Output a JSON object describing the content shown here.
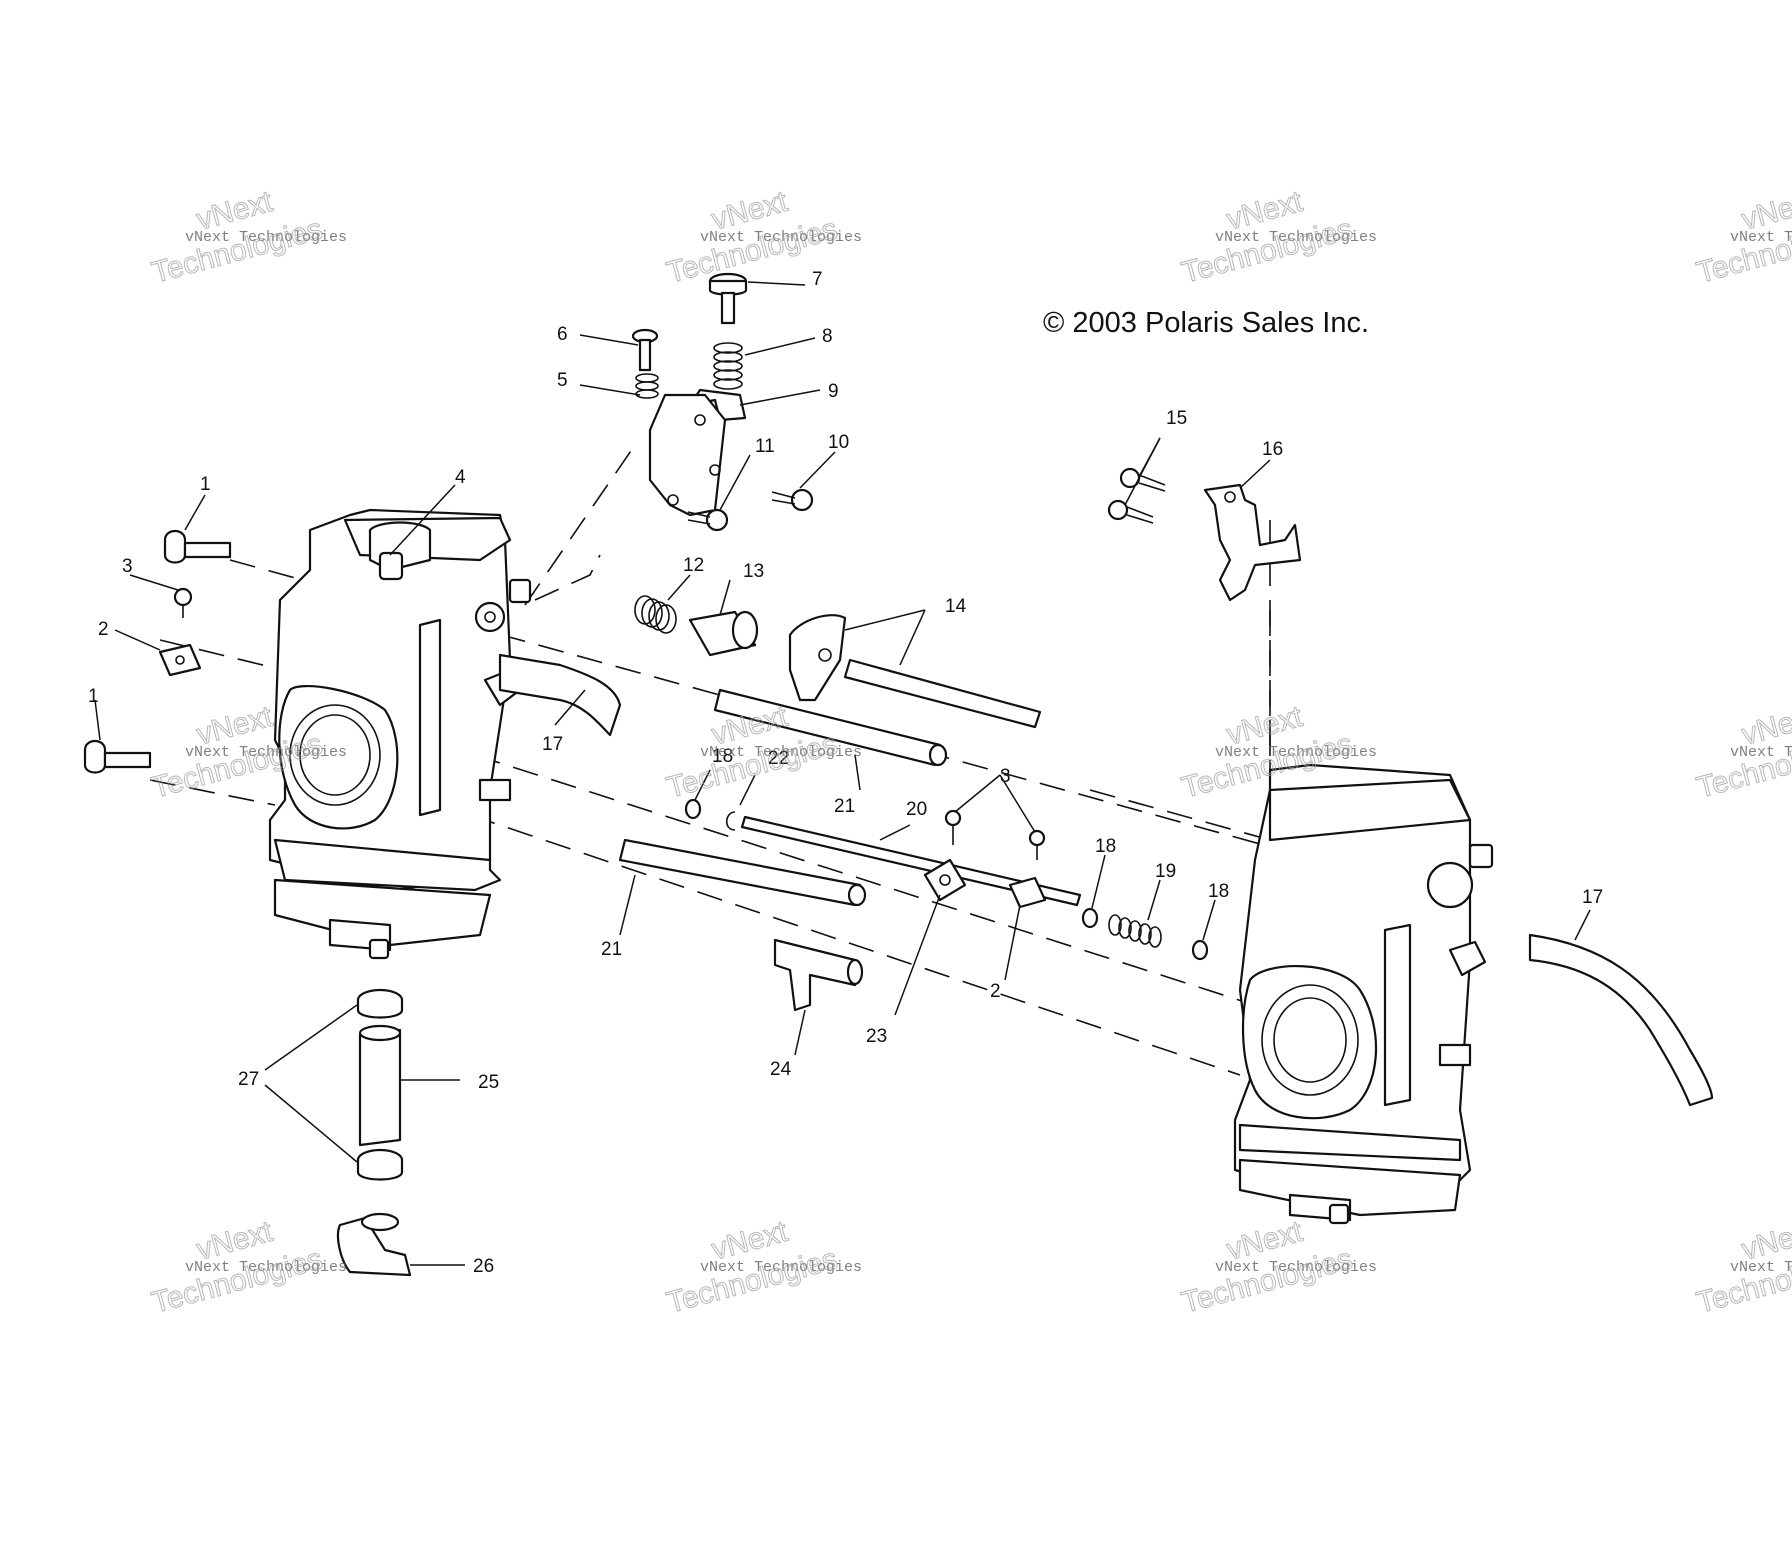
{
  "copyright": "© 2003 Polaris Sales Inc.",
  "watermark": {
    "line1": "vNext Technologies",
    "line2": "vNext",
    "line3": "Technologies"
  },
  "callouts": {
    "c1a": "1",
    "c1b": "1",
    "c2a": "2",
    "c2b": "2",
    "c3a": "3",
    "c3b": "3",
    "c4": "4",
    "c5": "5",
    "c6": "6",
    "c7": "7",
    "c8": "8",
    "c9": "9",
    "c10": "10",
    "c11": "11",
    "c12": "12",
    "c13": "13",
    "c14": "14",
    "c15": "15",
    "c16": "16",
    "c17a": "17",
    "c17b": "17",
    "c18a": "18",
    "c18b": "18",
    "c18c": "18",
    "c19": "19",
    "c20": "20",
    "c21a": "21",
    "c21b": "21",
    "c22": "22",
    "c23": "23",
    "c24": "24",
    "c25": "25",
    "c26": "26",
    "c27": "27"
  }
}
